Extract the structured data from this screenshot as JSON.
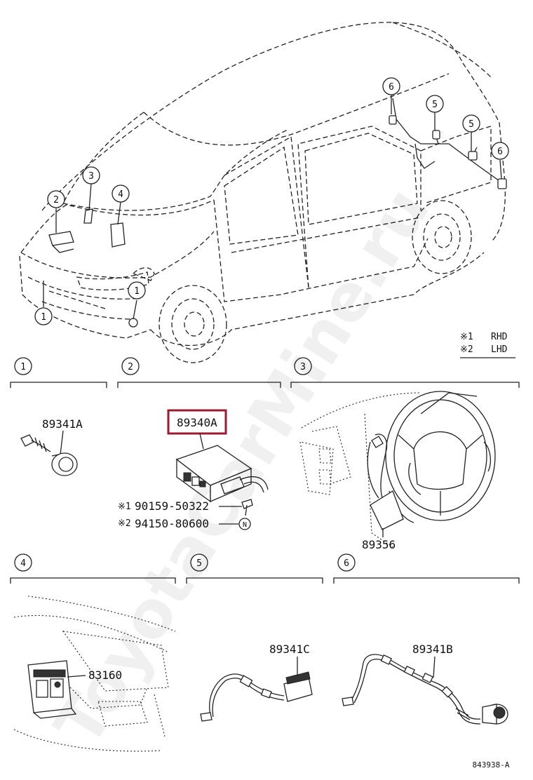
{
  "callouts": [
    "1",
    "2",
    "3",
    "4",
    "5",
    "6"
  ],
  "legend": {
    "rhd_mark": "※1",
    "rhd_text": "RHD",
    "lhd_mark": "※2",
    "lhd_text": "LHD"
  },
  "sections": [
    {
      "num": "1",
      "parts": [
        "89341A"
      ]
    },
    {
      "num": "2",
      "parts": [
        "89340A"
      ],
      "fasteners": [
        {
          "mark": "※1",
          "number": "90159-50322"
        },
        {
          "mark": "※2",
          "number": "94150-80600"
        }
      ]
    },
    {
      "num": "3",
      "parts": [
        "89356"
      ]
    },
    {
      "num": "4",
      "parts": [
        "83160"
      ]
    },
    {
      "num": "5",
      "parts": [
        "89341C"
      ]
    },
    {
      "num": "6",
      "parts": [
        "89341B"
      ]
    }
  ],
  "nut_symbol": "N",
  "highlighted_part": "89340A",
  "watermark": "ToyotaCarMine.ru",
  "diagram_code": "843938-A",
  "colors": {
    "highlight": "#9b1b30",
    "ink": "#222222"
  }
}
